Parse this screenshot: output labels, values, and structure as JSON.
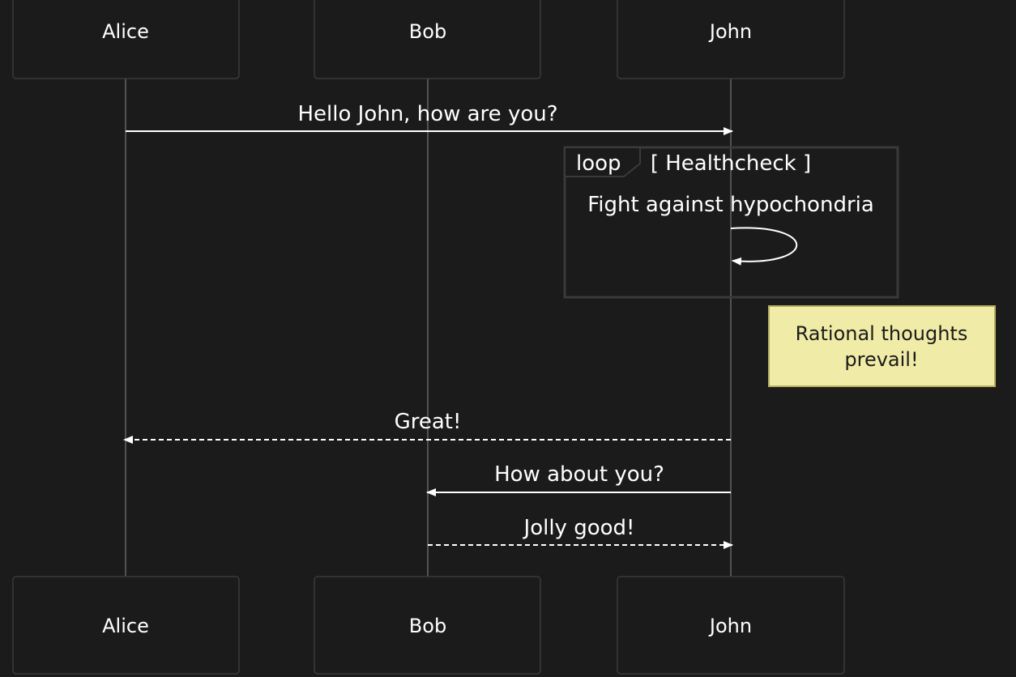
{
  "participants": [
    {
      "label": "Alice"
    },
    {
      "label": "Bob"
    },
    {
      "label": "John"
    }
  ],
  "messages": [
    {
      "from": "Alice",
      "to": "John",
      "text": "Hello John, how are you?",
      "style": "solid"
    },
    {
      "from": "John",
      "to": "John",
      "text": "Fight against hypochondria",
      "style": "solid"
    },
    {
      "from": "John",
      "to": "Alice",
      "text": "Great!",
      "style": "dashed"
    },
    {
      "from": "John",
      "to": "Bob",
      "text": "How about you?",
      "style": "solid"
    },
    {
      "from": "Bob",
      "to": "John",
      "text": "Jolly good!",
      "style": "dashed"
    }
  ],
  "loop": {
    "keyword": "loop",
    "condition": "[ Healthcheck ]"
  },
  "note": {
    "line1": "Rational thoughts",
    "line2": "prevail!"
  },
  "colors": {
    "background": "#1b1b1b",
    "note_fill": "#f0eca7",
    "text": "#ffffff"
  }
}
